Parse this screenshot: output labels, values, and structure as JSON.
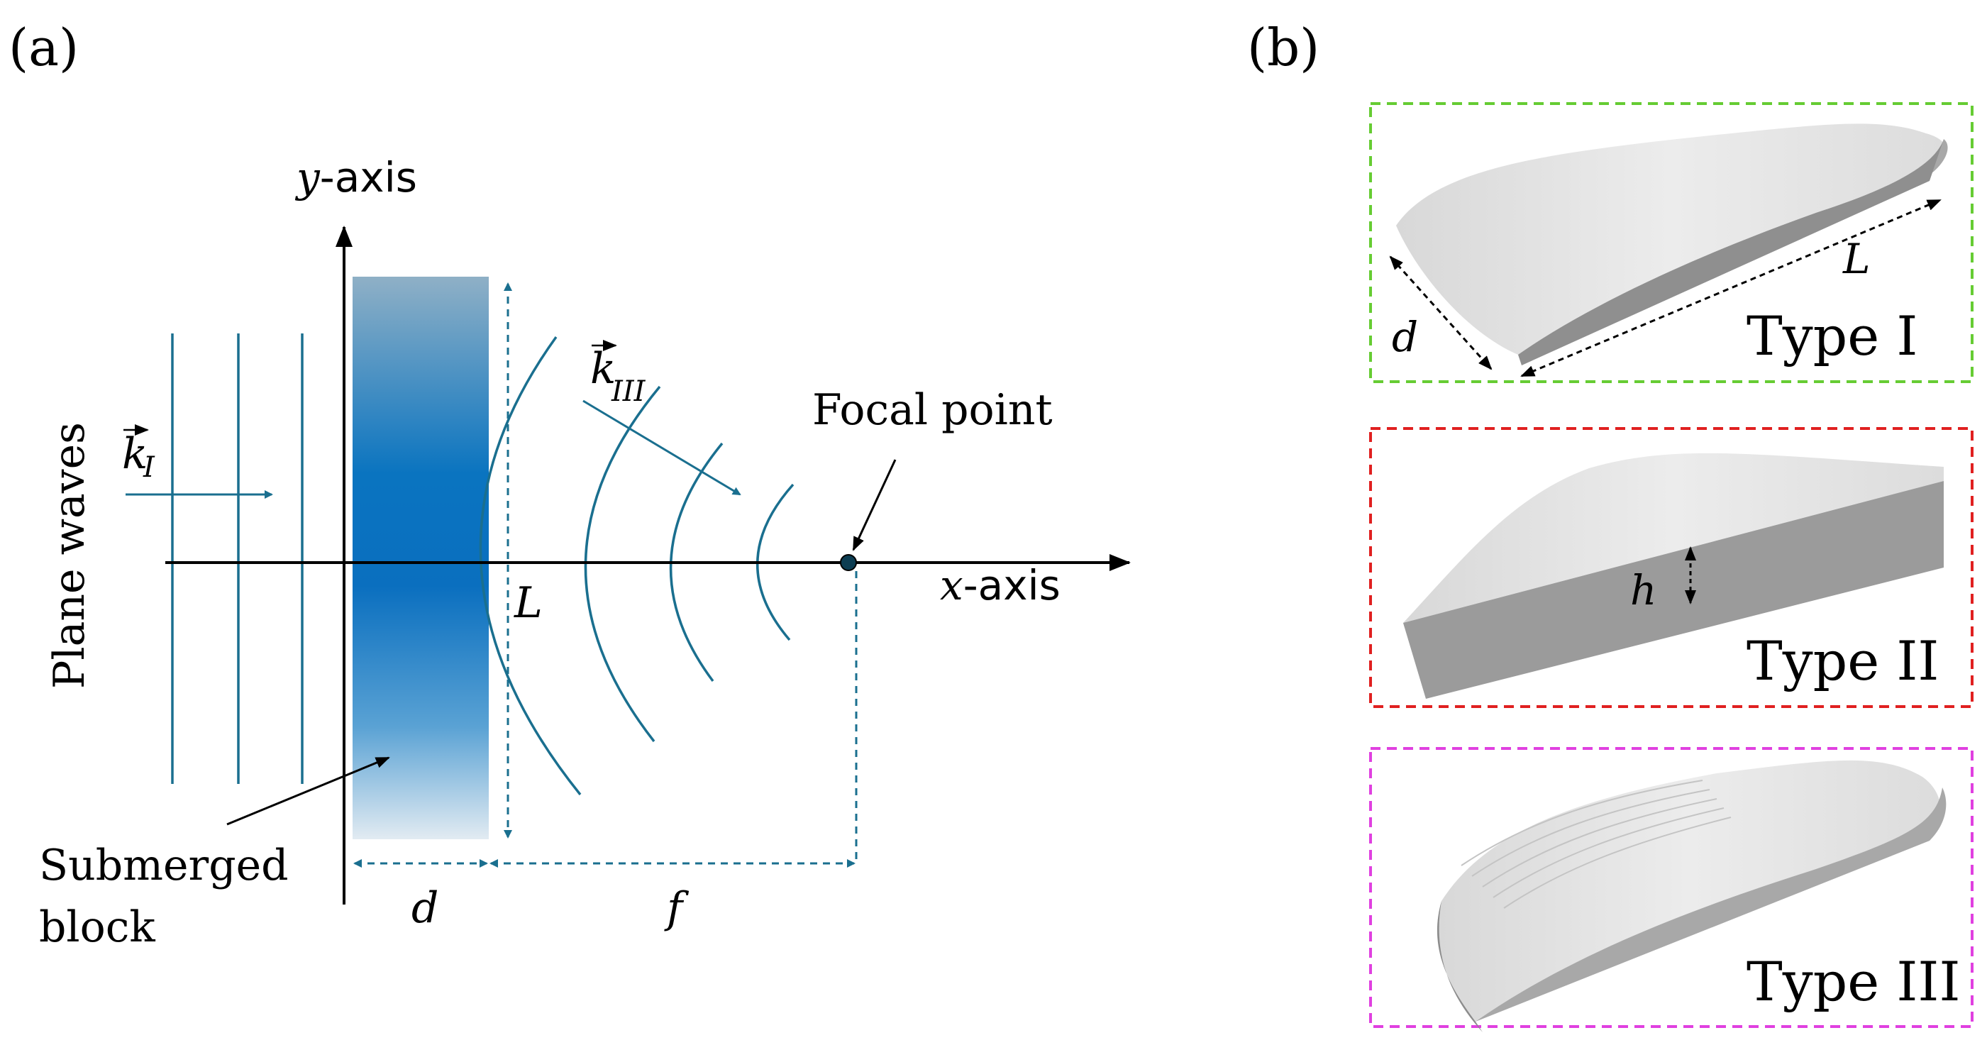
{
  "panel_a": {
    "label": "(a)",
    "y_axis": {
      "var": "y",
      "suffix": "-axis"
    },
    "x_axis": {
      "var": "x",
      "suffix": "-axis"
    },
    "incident_label": "Plane waves",
    "incident_wavevector": {
      "sym": "k",
      "sub": "I"
    },
    "transmitted_wavevector": {
      "sym": "k",
      "sub": "III"
    },
    "focal_point_label": "Focal point",
    "block_label_line1": "Submerged",
    "block_label_line2": "block",
    "dim_block_width": "d",
    "dim_block_length": "L",
    "dim_focal_length": "f",
    "colors": {
      "wave": "#1a6f8f",
      "block_top": "#8aa8bf",
      "block_mid": "#0a72c0",
      "block_bottom": "#dde6ee",
      "axis": "#000000"
    }
  },
  "panel_b": {
    "label": "(b)",
    "types": [
      {
        "name": "Type I",
        "frame_color": "#66cc33",
        "dim_width": "d",
        "dim_length": "L"
      },
      {
        "name": "Type II",
        "frame_color": "#e02020",
        "dim_height": "h"
      },
      {
        "name": "Type III",
        "frame_color": "#e040e0"
      }
    ]
  }
}
